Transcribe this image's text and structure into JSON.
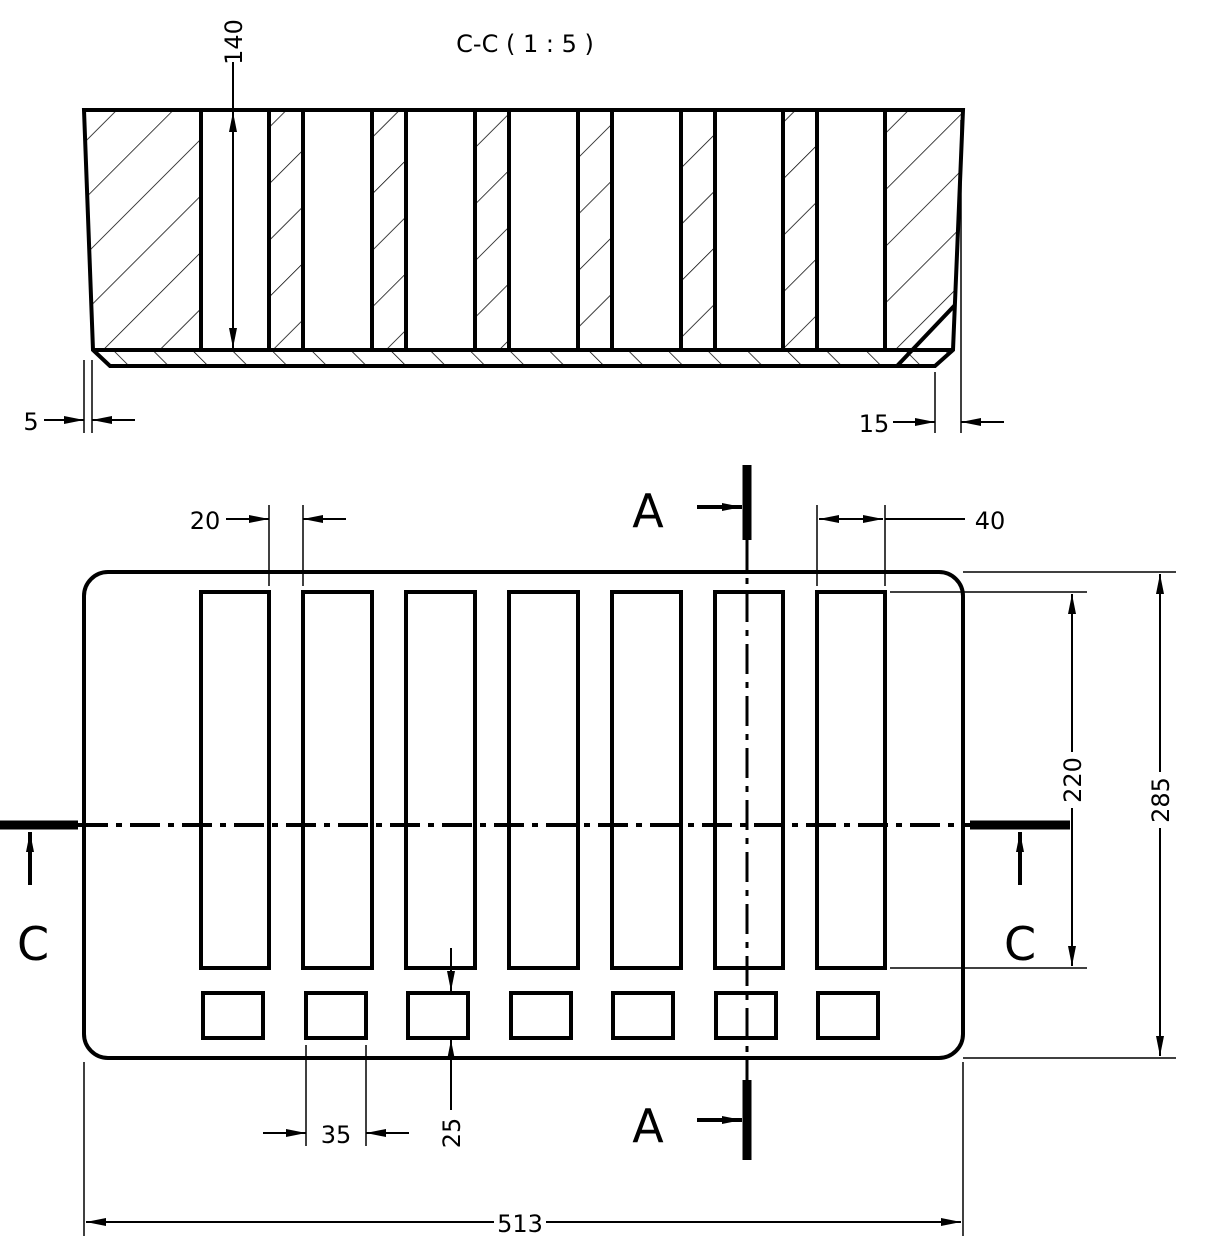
{
  "section_title": "C-C ( 1 : 5 )",
  "dimensions": {
    "height": "140",
    "wall_offset": "5",
    "chamfer": "15",
    "rib_width": "20",
    "edge_margin": "40",
    "slot_length": "220",
    "overall_width": "285",
    "small_slot_width": "35",
    "small_slot_height": "25",
    "overall_length": "513"
  },
  "section_labels": {
    "a": "A",
    "c": "C"
  }
}
